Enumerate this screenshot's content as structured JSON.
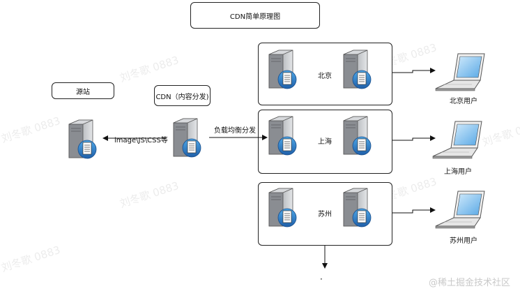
{
  "title": "CDN简单原理图",
  "origin": {
    "label": "源站"
  },
  "cdn": {
    "label": "CDN（内容分发)"
  },
  "edges": {
    "left": "image\\JS\\CSS等",
    "right": "负载均衡分发"
  },
  "regions": [
    {
      "name": "北京",
      "user": "北京用户"
    },
    {
      "name": "上海",
      "user": "上海用户"
    },
    {
      "name": "苏州",
      "user": "苏州用户"
    }
  ],
  "ellipsis": "·",
  "watermark": "刘冬歌 0883",
  "footer": "@稀土掘金技术社区"
}
